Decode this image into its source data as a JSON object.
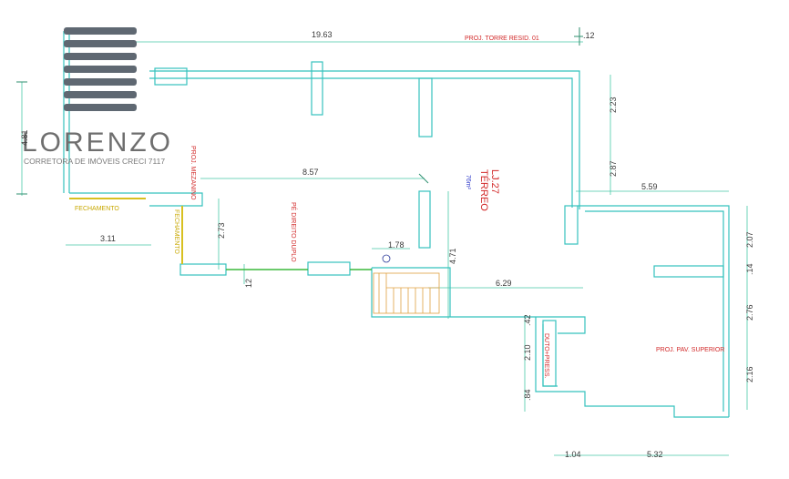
{
  "logo": {
    "name": "LORENZO",
    "tagline": "CORRETORA DE IMÓVEIS CRECI 7117",
    "colors": {
      "bars": "#5f6872",
      "text": "#6e6e6e"
    }
  },
  "unit": {
    "name": "LJ.27",
    "floor": "TÉRREO",
    "area": "76m²"
  },
  "labels": {
    "proj_torre": "PROJ. TORRE RESID. 01",
    "proj_mezanino": "PROJ. MEZANINO",
    "fechamento_1": "FECHAMENTO",
    "fechamento_2": "FECHAMENTO",
    "pe_direito": "PÉ DIREITO DUPLO",
    "proj_pav": "PROJ. PAV. SUPERIOR",
    "duto": "DUTO+PRESS."
  },
  "dimensions": {
    "top_width": "19.63",
    "top_small": ".12",
    "left_height": "4.81",
    "d_857": "8.57",
    "d_223": "2.23",
    "d_287": "2.87",
    "d_559": "5.59",
    "d_273": "2.73",
    "d_311": "3.11",
    "d_178": "1.78",
    "d_471": "4.71",
    "d_12": "12",
    "d_629": "6.29",
    "d_207": "2.07",
    "d_14": ".14",
    "d_276": "2.76",
    "d_216": "2.16",
    "d_42": ".42",
    "d_210": "2.10",
    "d_84": ".84",
    "d_104": "1.04",
    "d_532": "5.32"
  },
  "colors": {
    "walls": "#35c2bd",
    "dimension_lines": "#49c9a8",
    "stairs": "#e0a040",
    "annotation_red": "#d22a2a",
    "fechamento_yellow": "#d8c020",
    "green_rail": "#3cb83c"
  }
}
